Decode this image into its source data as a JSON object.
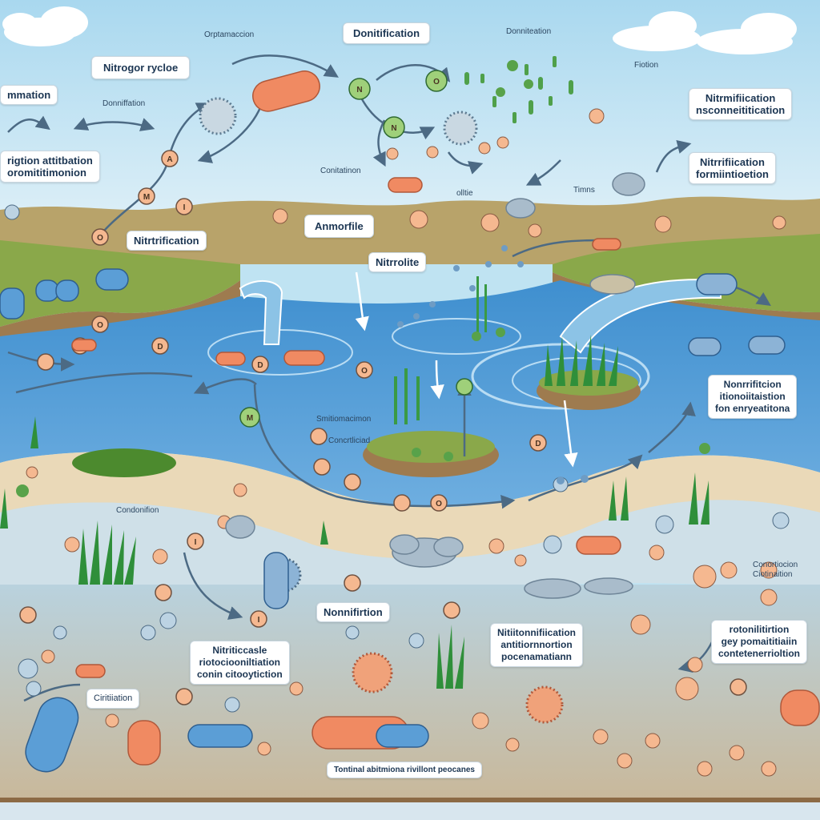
{
  "labels": {
    "nitrogen_cycle": "Nitrogor rycloe",
    "denitrification_top": "Donitification",
    "ammonification_left": "mmation",
    "left_two_line": [
      "rigtion attitbation",
      "oromititimonion"
    ],
    "nitrification_mid": "Nitrtrification",
    "ammonite": "Anmorfile",
    "nitrite": "Nitrrolite",
    "right_top": [
      "Nitrmifiication",
      "nsconneititication"
    ],
    "right_mid": [
      "Nitrrifiication",
      "formiintioetion"
    ],
    "right_lower": [
      "Nonrrifitcion",
      "itionoiitaistion",
      "fon enryeatitona"
    ],
    "center_lower": "Nonnifirtion",
    "bottom_left_box": [
      "Nitriticcasle",
      "riotociooniltiation",
      "conin citooytiction"
    ],
    "bottom_mid_box": [
      "Nitiitonnifiication",
      "antitiornnortion",
      "pocenamatiann"
    ],
    "bottom_right_box": [
      "rotonilitirtion",
      "gey pomaititiaiin",
      "contetenerrioltion"
    ],
    "bottom_small": "Ciritiiation",
    "footer": "Tontinal abitmiona rivillont peocanes"
  },
  "small_texts": {
    "top_small_1": "Orptamaccion",
    "top_small_2": "Donniteation",
    "top_small_3": "Fiotion",
    "sky_small_1": "Donniffation",
    "sky_small_2": "Conitatinon",
    "sky_small_3": "Timns",
    "sky_small_4": "olltie",
    "mid_small_1": "Smitiomacimon",
    "mid_small_2": "Concrtliciad",
    "lower_small_1": "Condonifion",
    "lower_small_2": "Conortiocion",
    "lower_small_3": "Ciotinaition"
  },
  "node_letters": {
    "A": "A",
    "D": "D",
    "M": "M",
    "I": "I",
    "O": "O",
    "N": "N"
  },
  "colors": {
    "sky": "#bfe3f2",
    "water": "#4f9bd4",
    "water_light": "#8cc3e6",
    "hills": "#b8a36a",
    "grass": "#8aa84a",
    "sand": "#ead9b8",
    "soil": "#c2a984",
    "sediment": "#a8c2cf",
    "bacteria_orange": "#f08a62",
    "bacteria_blue": "#5b9ed6",
    "plant_green": "#2f8f3a",
    "node_fill": "#f5b890",
    "label_text": "#1b3552"
  },
  "icons": [
    "bacteria-rod-icon",
    "coccus-cell-icon",
    "spiky-microbe-icon",
    "plant-clump-icon",
    "cloud-icon",
    "cycle-arrow-icon",
    "molecule-node-icon",
    "waterfall-icon"
  ]
}
